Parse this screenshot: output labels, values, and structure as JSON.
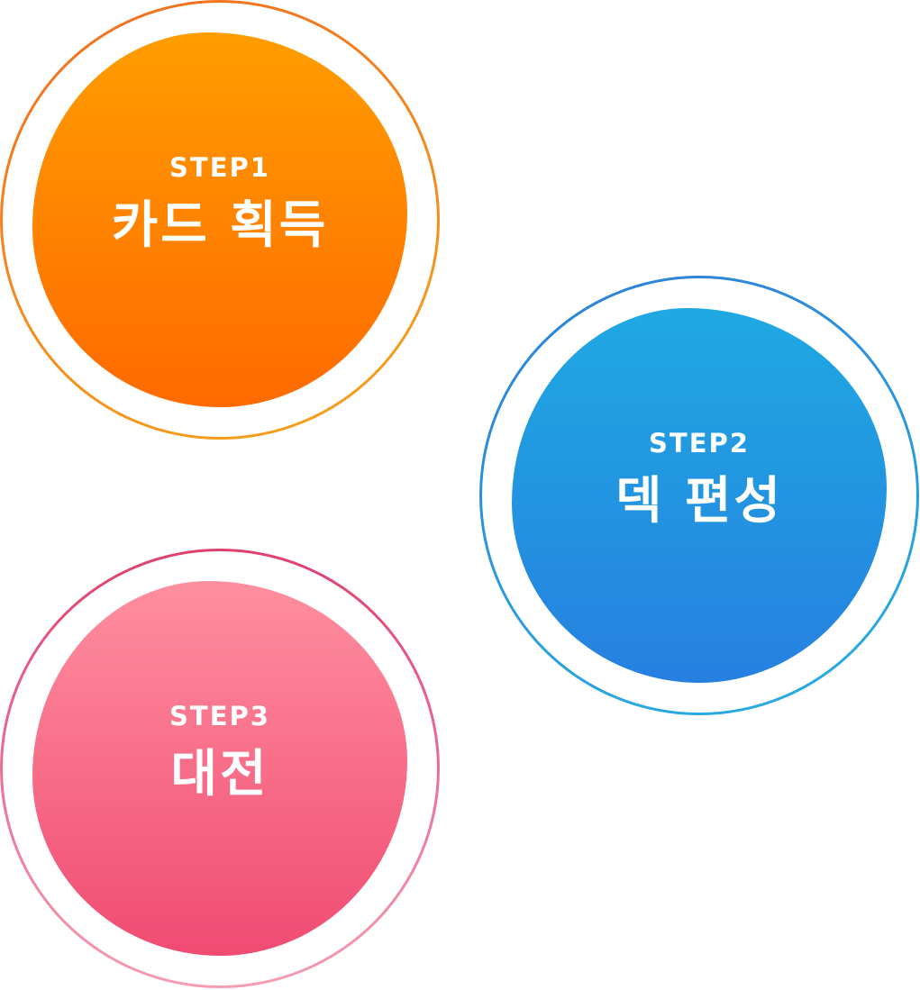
{
  "steps": [
    {
      "label": "STEP1",
      "title": "카드 획득"
    },
    {
      "label": "STEP2",
      "title": "덱 편성"
    },
    {
      "label": "STEP3",
      "title": "대전"
    }
  ],
  "colors": {
    "step1_blob": [
      "#ff9d00",
      "#ff6a00"
    ],
    "step2_blob": [
      "#1fa9e2",
      "#2680e0"
    ],
    "step3_blob": [
      "#ff8f9f",
      "#f04b72"
    ]
  }
}
